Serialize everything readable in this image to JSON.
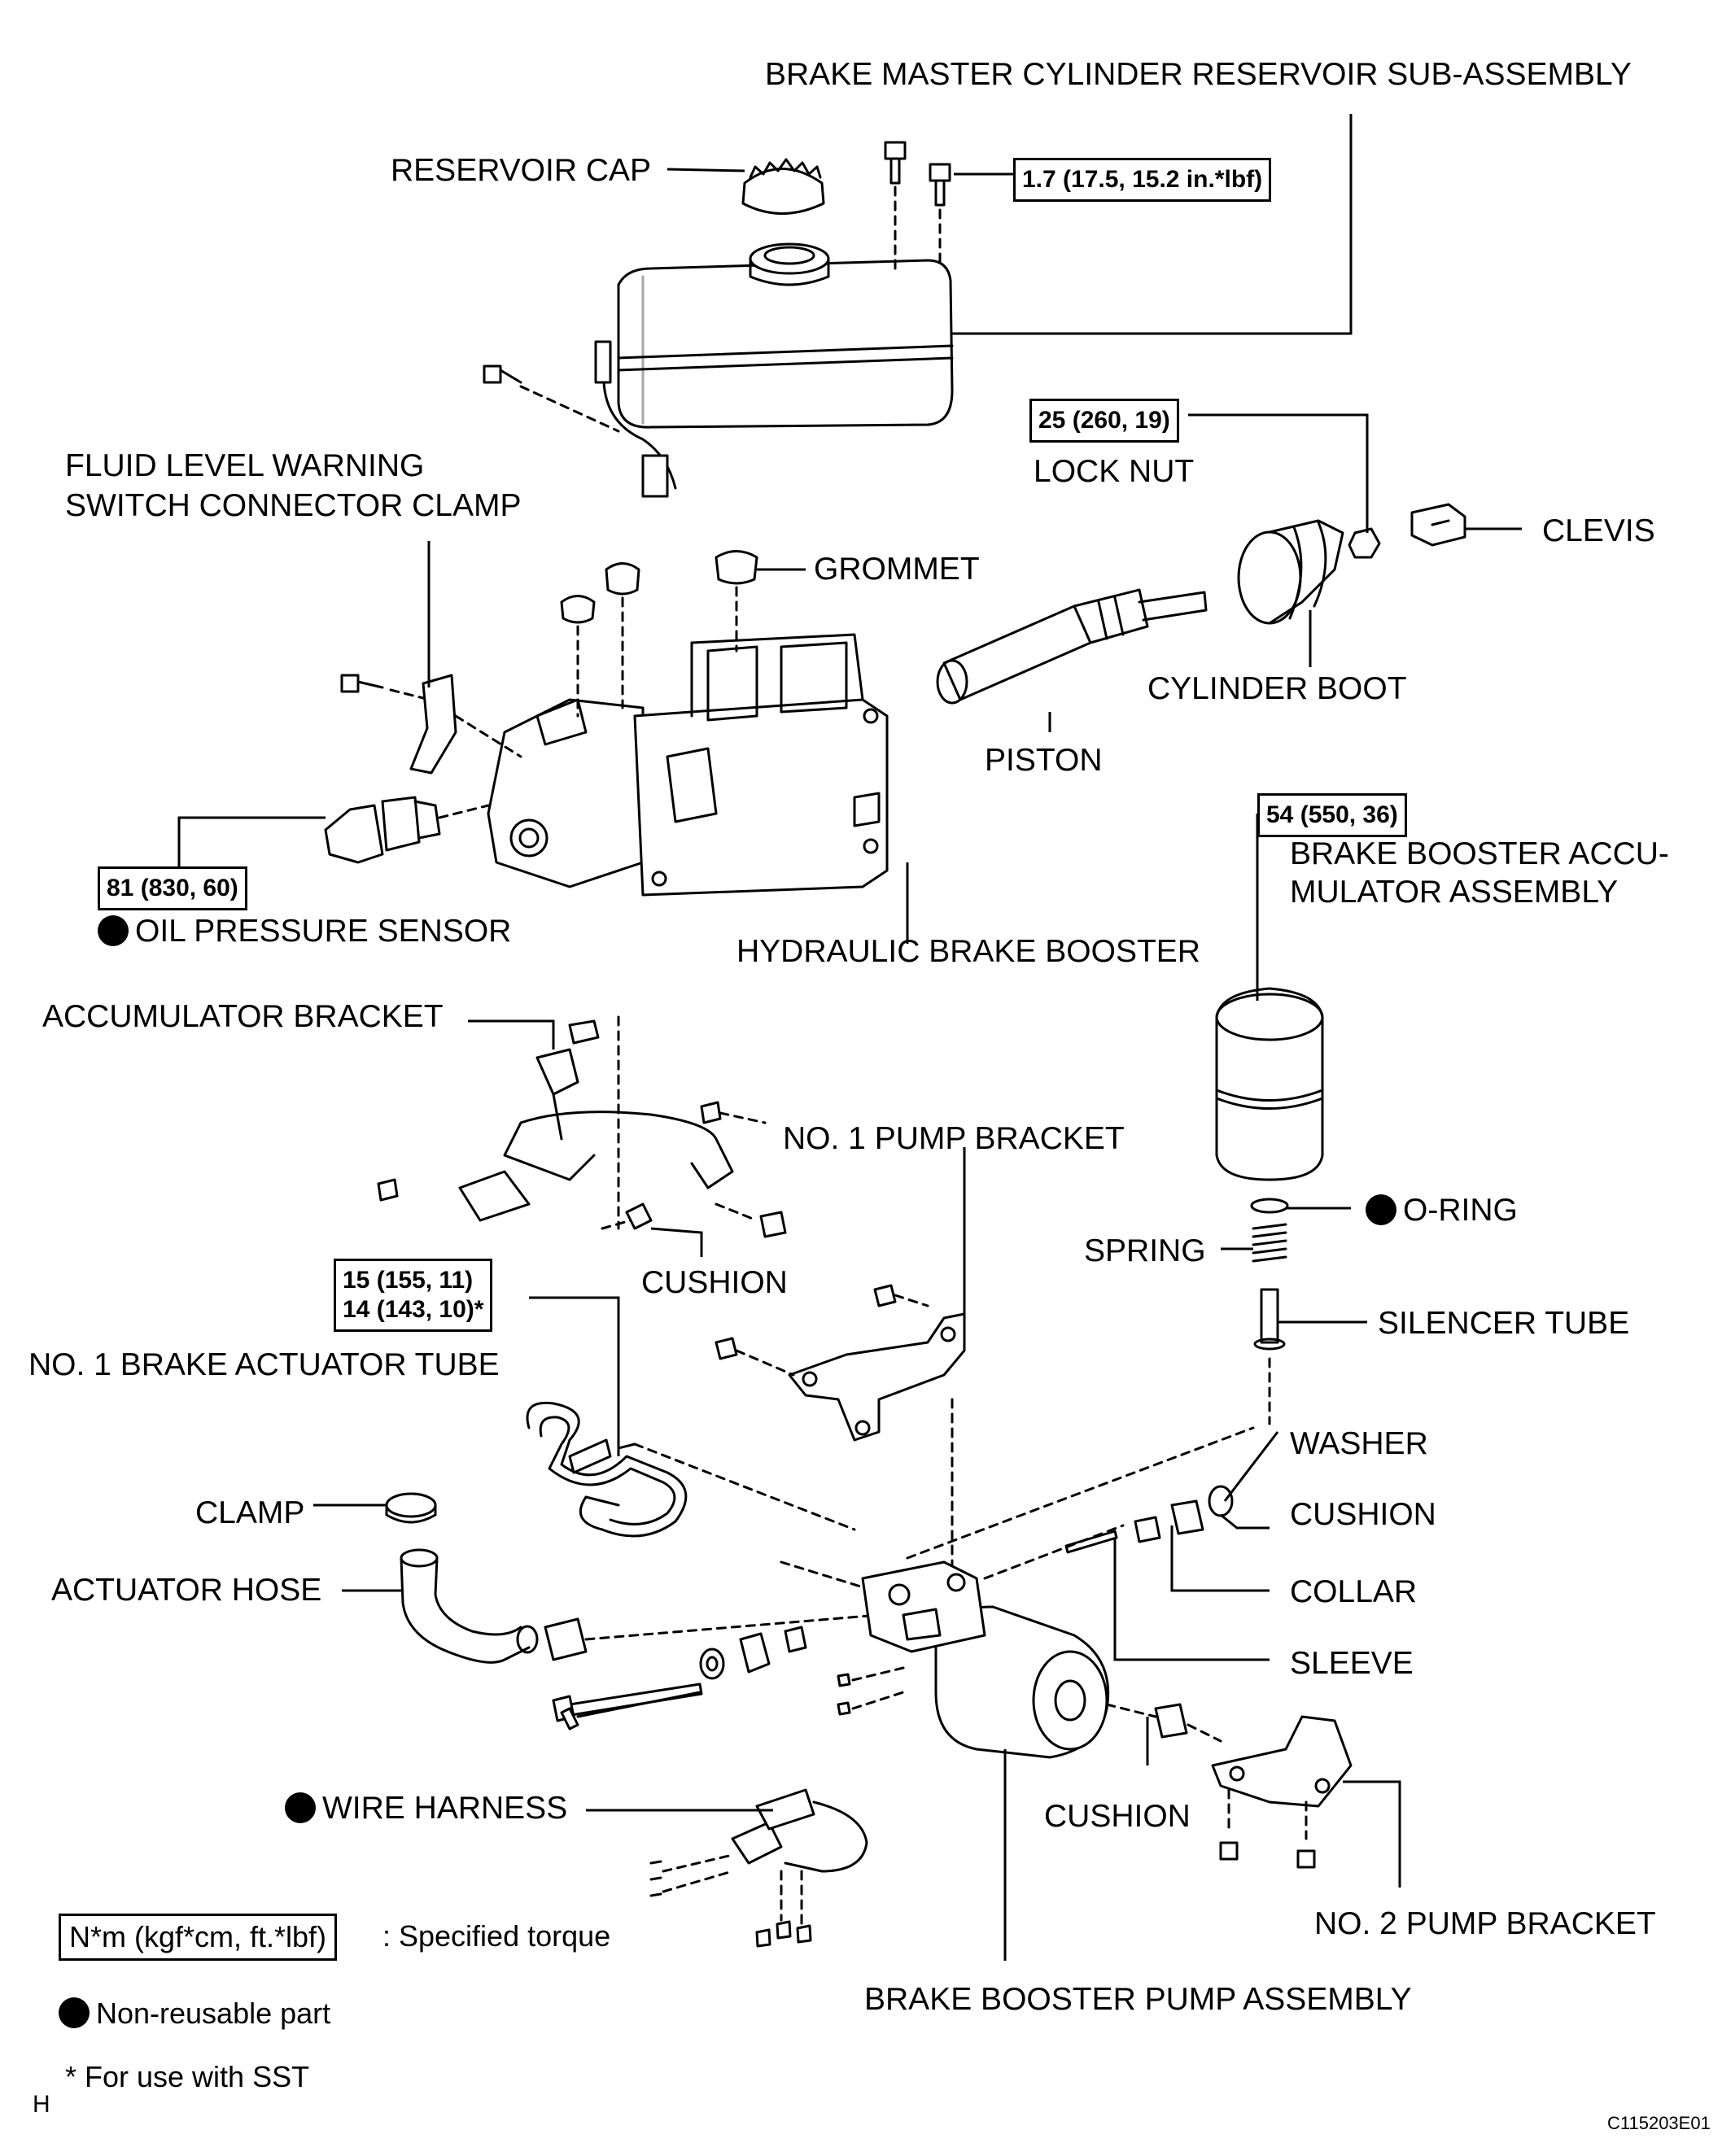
{
  "labels": {
    "reservoir_sub_assembly": "BRAKE MASTER CYLINDER RESERVOIR SUB-ASSEMBLY",
    "reservoir_cap": "RESERVOIR CAP",
    "fluid_level_clamp_line1": "FLUID LEVEL WARNING",
    "fluid_level_clamp_line2": "SWITCH CONNECTOR CLAMP",
    "grommet": "GROMMET",
    "lock_nut": "LOCK NUT",
    "clevis": "CLEVIS",
    "cylinder_boot": "CYLINDER BOOT",
    "piston": "PISTON",
    "oil_pressure_sensor": "OIL PRESSURE SENSOR",
    "hydraulic_brake_booster": "HYDRAULIC BRAKE BOOSTER",
    "accumulator_line1": "BRAKE BOOSTER ACCU-",
    "accumulator_line2": "MULATOR ASSEMBLY",
    "accumulator_bracket": "ACCUMULATOR BRACKET",
    "no1_pump_bracket": "NO. 1 PUMP BRACKET",
    "cushion_top": "CUSHION",
    "o_ring": "O-RING",
    "spring": "SPRING",
    "silencer_tube": "SILENCER TUBE",
    "no1_actuator_tube": "NO. 1 BRAKE ACTUATOR TUBE",
    "washer": "WASHER",
    "cushion_right": "CUSHION",
    "clamp": "CLAMP",
    "collar": "COLLAR",
    "actuator_hose": "ACTUATOR HOSE",
    "sleeve": "SLEEVE",
    "cushion_bottom": "CUSHION",
    "wire_harness": "WIRE HARNESS",
    "no2_pump_bracket": "NO. 2 PUMP BRACKET",
    "pump_assembly": "BRAKE BOOSTER PUMP ASSEMBLY"
  },
  "torques": {
    "reservoir_screw": "1.7 (17.5, 15.2 in.*lbf)",
    "lock_nut": "25 (260, 19)",
    "accumulator": "54 (550, 36)",
    "oil_sensor": "81 (830, 60)",
    "tube_line1": "15 (155, 11)",
    "tube_line2": "14 (143, 10)*"
  },
  "legend": {
    "torque_unit": "N*m (kgf*cm, ft.*lbf)",
    "torque_desc": ": Specified torque",
    "non_reusable": "Non-reusable part",
    "sst_note": "* For use with SST"
  },
  "corner": {
    "left_mark": "H",
    "figure_id": "C115203E01"
  }
}
